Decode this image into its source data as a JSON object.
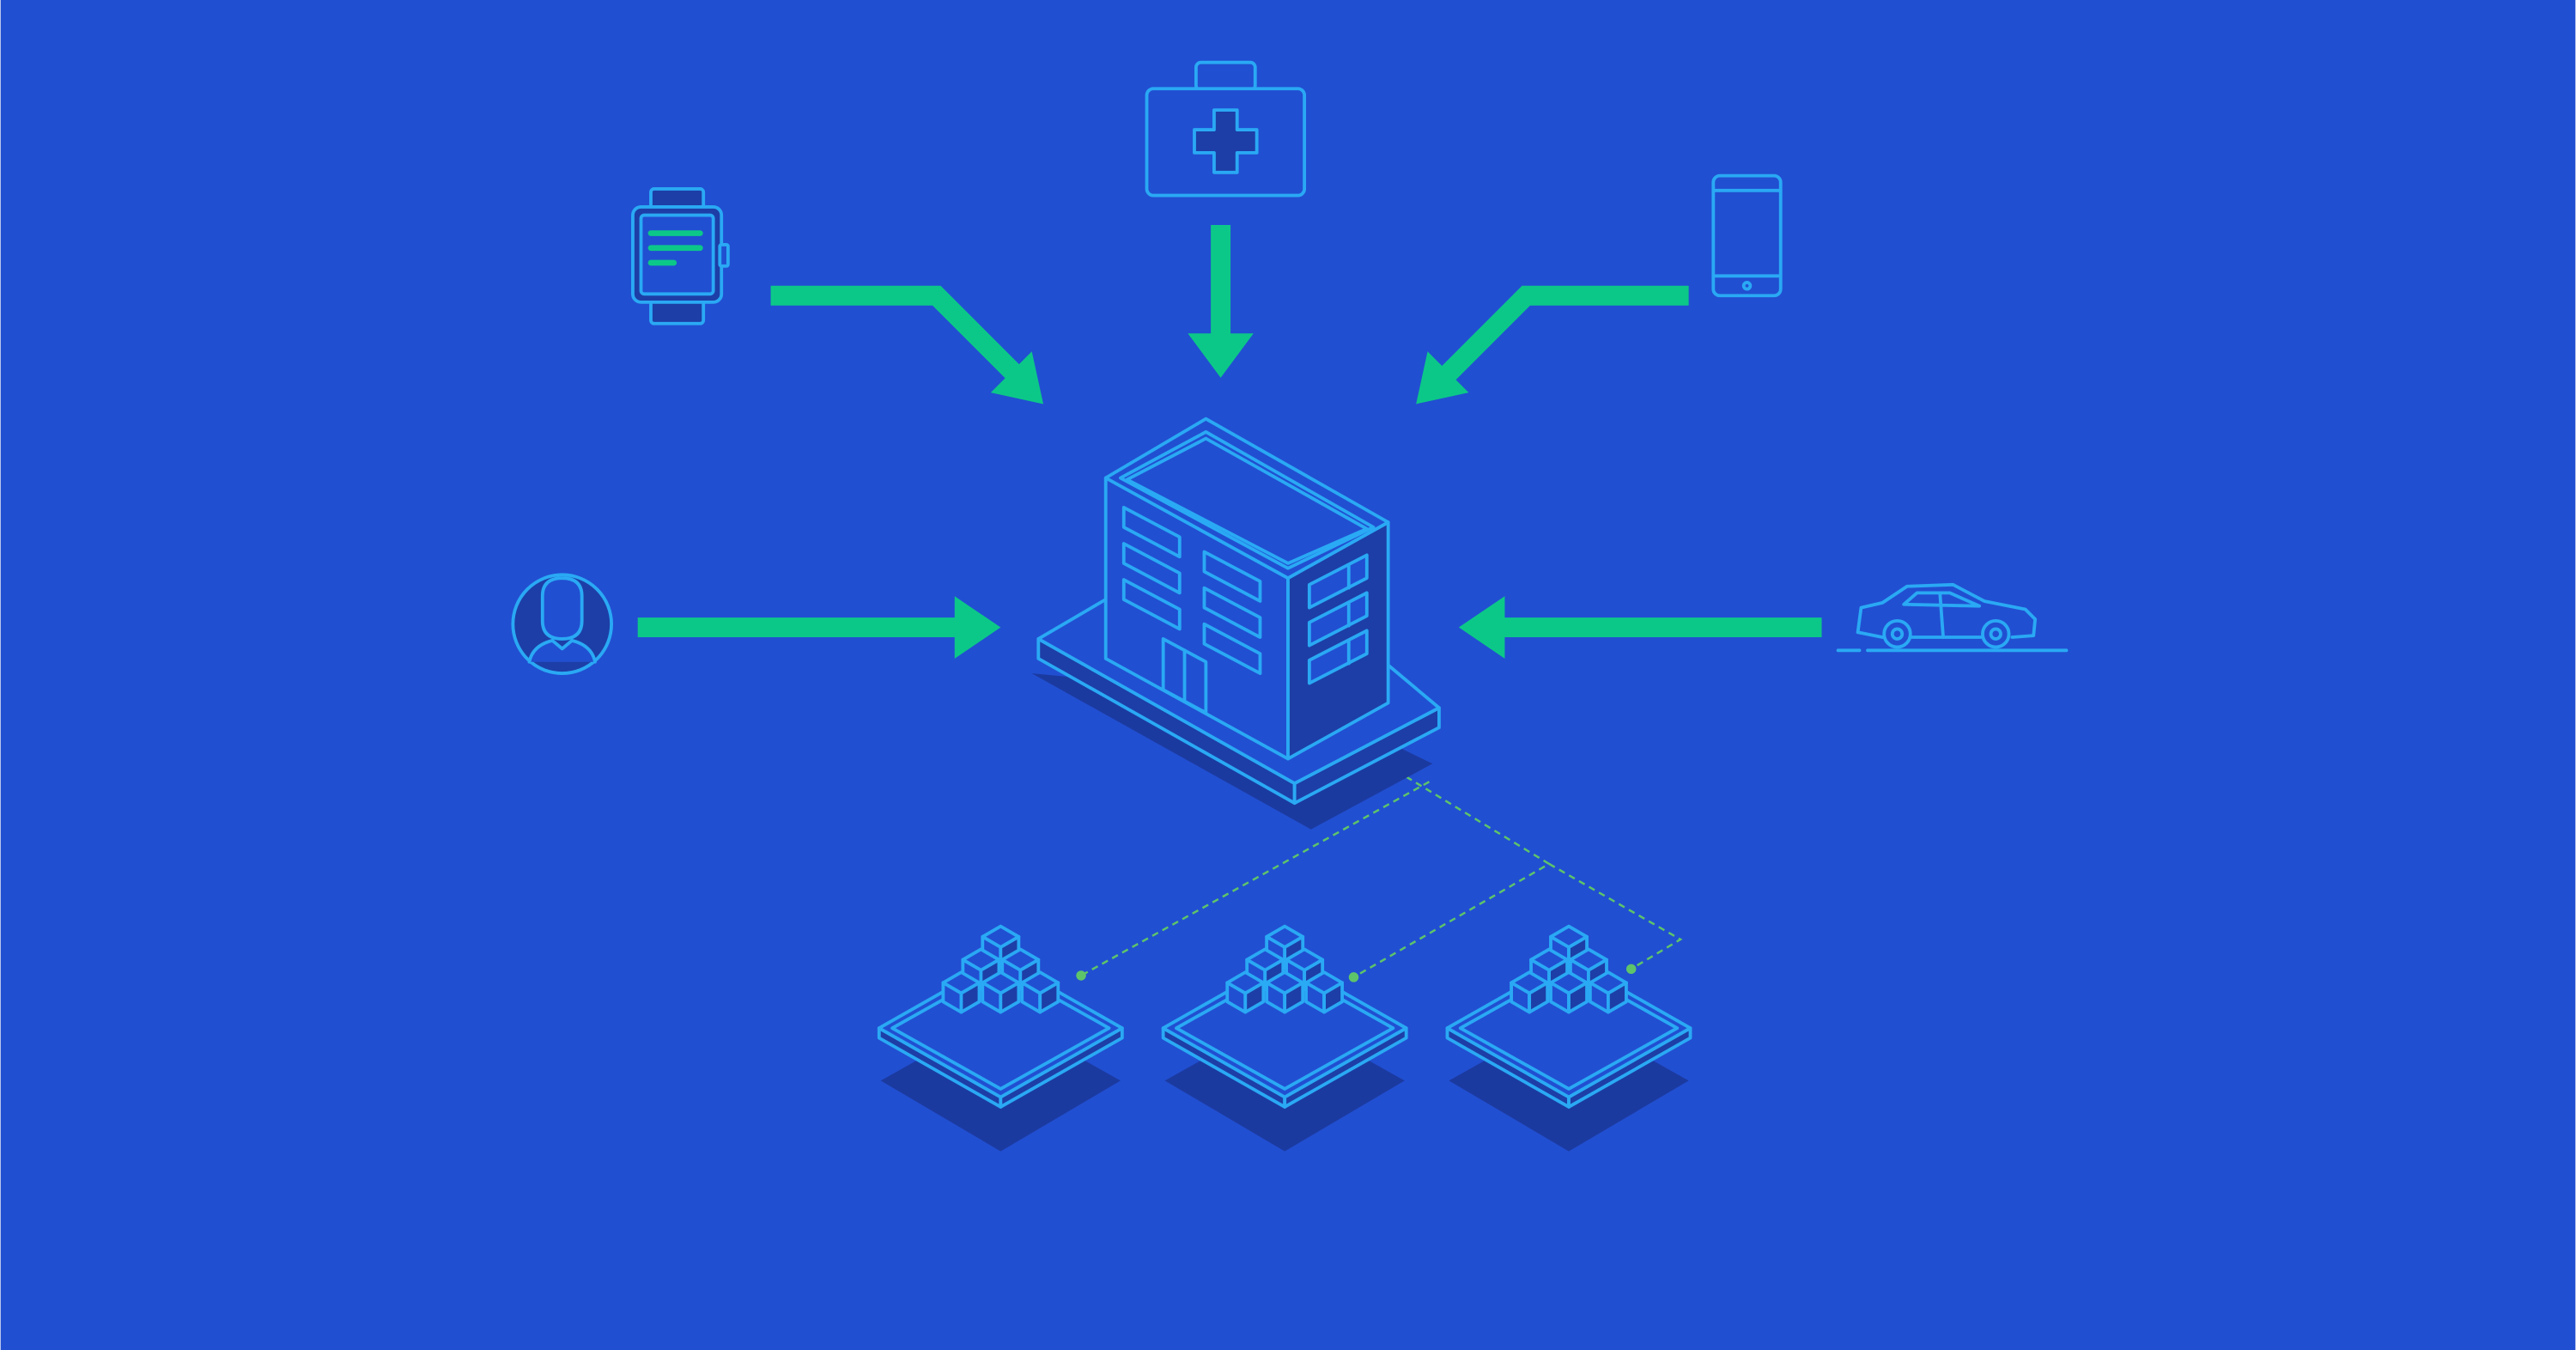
{
  "colors": {
    "background": "#214fd1",
    "stroke": "#2aa9f4",
    "arrow": "#0cc888",
    "dark_fill": "#1d3ea6",
    "shadow": "#1b3aa0",
    "dashed_link": "#5ec46a"
  },
  "diagram": {
    "hub": "building-icon",
    "sources": [
      {
        "name": "smartwatch-icon",
        "direction": "down-right"
      },
      {
        "name": "medical-kit-icon",
        "direction": "down"
      },
      {
        "name": "smartphone-icon",
        "direction": "down-left"
      },
      {
        "name": "user-avatar-icon",
        "direction": "right"
      },
      {
        "name": "car-icon",
        "direction": "left"
      }
    ],
    "outputs": [
      {
        "name": "data-blocks-platform-1"
      },
      {
        "name": "data-blocks-platform-2"
      },
      {
        "name": "data-blocks-platform-3"
      }
    ]
  }
}
